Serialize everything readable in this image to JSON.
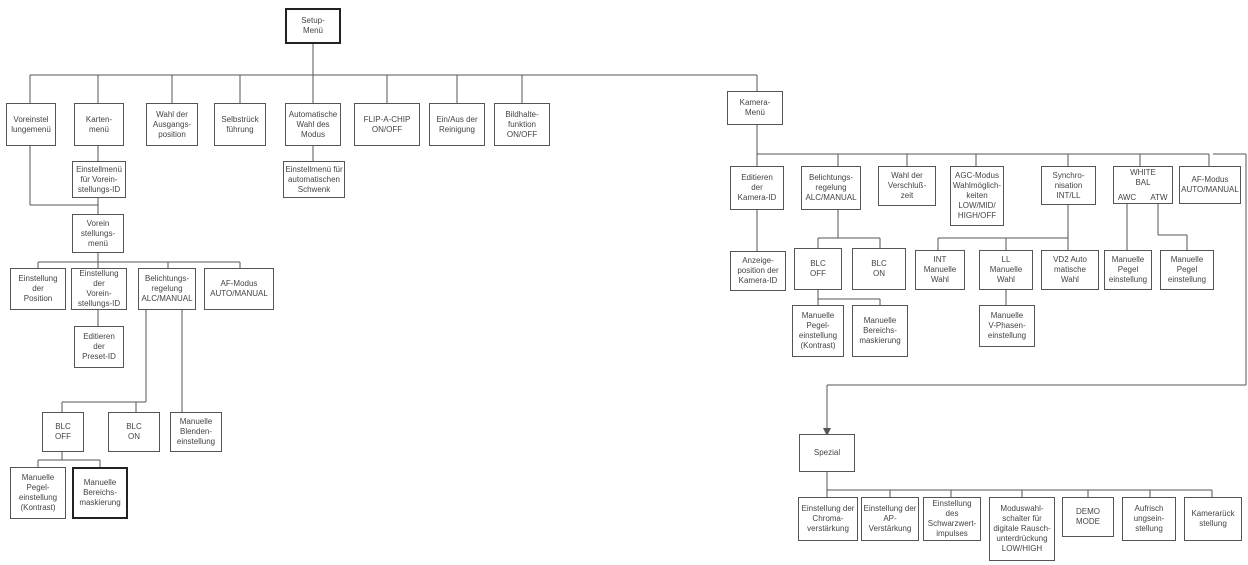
{
  "nodes": {
    "setup": "Setup-\nMenü",
    "voreinstel": "Voreinstel\nlungemenü",
    "karten": "Karten-\nmenü",
    "wahl_ausgang": "Wahl der\nAusgangs-\nposition",
    "selbst": "Selbstrück\nführung",
    "auto_wahl": "Automatische\nWahl des\nModus",
    "flip": "FLIP-A-CHIP\nON/OFF",
    "einaus": "Ein/Aus der\nReinigung",
    "bildhalte": "Bildhalte-\nfunktion\nON/OFF",
    "einstellmenu_vor": "Einstellmenü\nfür Vorein-\nstellungs-ID",
    "einstellmenu_auto": "Einstellmenü für\nautomatischen\nSchwenk",
    "vorein_menu": "Vorein\nstellungs-\nmenü",
    "einst_position": "Einstellung\nder\nPosition",
    "einst_vorein_id": "Einstellung der\nVorein-\nstellungs-ID",
    "belicht_left": "Belichtungs-\nregelung\nALC/MANUAL",
    "af_left": "AF-Modus\nAUTO/MANUAL",
    "edit_preset": "Editieren\nder\nPreset-ID",
    "blc_off_left": "BLC\nOFF",
    "blc_on_left": "BLC\nON",
    "manuelle_blende": "Manuelle\nBlenden-\neinstellung",
    "man_pegel_left": "Manuelle\nPegel-\neinstellung\n(Kontrast)",
    "man_bereich_left": "Manuelle\nBereichs-\nmaskierung",
    "kamera_menu": "Kamera-\nMenü",
    "edit_cam_id": "Editieren\nder\nKamera-ID",
    "belicht_right": "Belichtungs-\nregelung\nALC/MANUAL",
    "wahl_versch": "Wahl der\nVerschluß-\nzeit",
    "agc": "AGC-Modus\nWahlmöglich-\nkeiten\nLOW/MID/\nHIGH/OFF",
    "synchro": "Synchro-\nnisation\nINT/LL",
    "white_bal": "WHITE\nBAL",
    "awc": "AWC",
    "atw": "ATW",
    "af_right": "AF-Modus\nAUTO/MANUAL",
    "anzeige_pos": "Anzeige-\nposition der\nKamera-ID",
    "blc_off_right": "BLC\nOFF",
    "blc_on_right": "BLC\nON",
    "int_wahl": "INT\nManuelle\nWahl",
    "ll_wahl": "LL\nManuelle\nWahl",
    "vd2": "VD2 Auto\nmatische\nWahl",
    "man_pegel_wb1": "Manuelle\nPegel\neinstellung",
    "man_pegel_wb2": "Manuelle\nPegel\neinstellung",
    "man_pegel_right": "Manuelle\nPegel-\neinstellung\n(Kontrast)",
    "man_bereich_right": "Manuelle\nBereichs-\nmaskierung",
    "man_vphase": "Manuelle\nV-Phasen-\neinstellung",
    "spezial": "Spezial",
    "chroma": "Einstellung der\nChroma-\nverstärkung",
    "ap": "Einstellung der\nAP-\nVerstärkung",
    "schwarz": "Einstellung des\nSchwarzwert-\nimpulses",
    "moduswahl": "Moduswahl-\nschalter für\ndigitale Rausch-\nunterdrückung\nLOW/HIGH",
    "demo": "DEMO\nMODE",
    "aufrisch": "Aufrisch\nungsein-\nstellung",
    "kamerarueck": "Kamerarück\nstellung"
  }
}
